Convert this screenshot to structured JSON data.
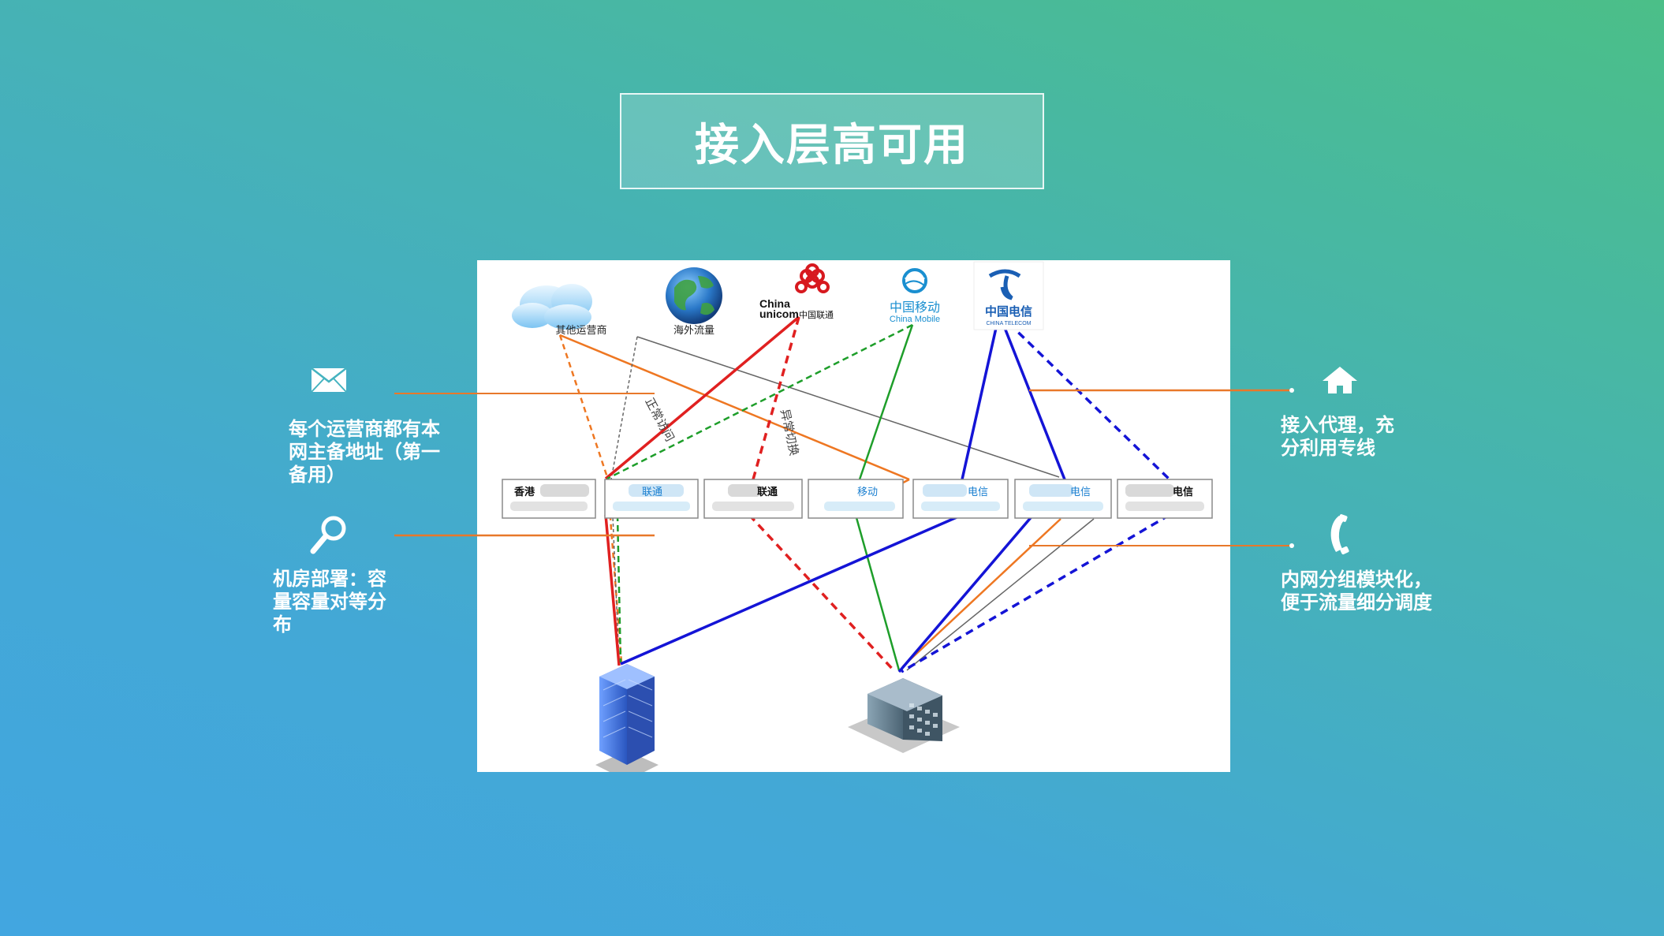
{
  "title": "接入层高可用",
  "diagram": {
    "providers": {
      "other": "其他运营商",
      "overseas": "海外流量",
      "unicom_line1": "China",
      "unicom_line2": "unicom",
      "unicom_cn": "中国联通",
      "mobile_cn": "中国移动",
      "mobile_en": "China Mobile",
      "telecom_cn": "中国电信",
      "telecom_en": "CHINA TELECOM"
    },
    "isp_boxes": [
      "香港",
      "联通",
      "联通",
      "移动",
      "电信",
      "电信",
      "电信"
    ],
    "path_labels": {
      "normal": "正常访问",
      "abnormal": "异常切换"
    }
  },
  "left_notes": [
    {
      "text_lines": [
        "每个运营商都有本",
        "网主备地址（第一",
        "备用）"
      ],
      "icon": "envelope-icon"
    },
    {
      "text_lines": [
        "机房部署：容",
        "量容量对等分",
        "布"
      ],
      "icon": "magnifier-icon"
    }
  ],
  "right_notes": [
    {
      "text_lines": [
        "接入代理，充",
        "分利用专线"
      ],
      "icon": "home-icon"
    },
    {
      "text_lines": [
        "内网分组模块化，",
        "便于流量细分调度"
      ],
      "icon": "phone-icon"
    }
  ],
  "colors": {
    "unicom": "#e02020",
    "mobile": "#1e9e2a",
    "telecom": "#1414d6",
    "other": "#ee7722",
    "overseas": "#555555",
    "leader": "#e8782a"
  }
}
